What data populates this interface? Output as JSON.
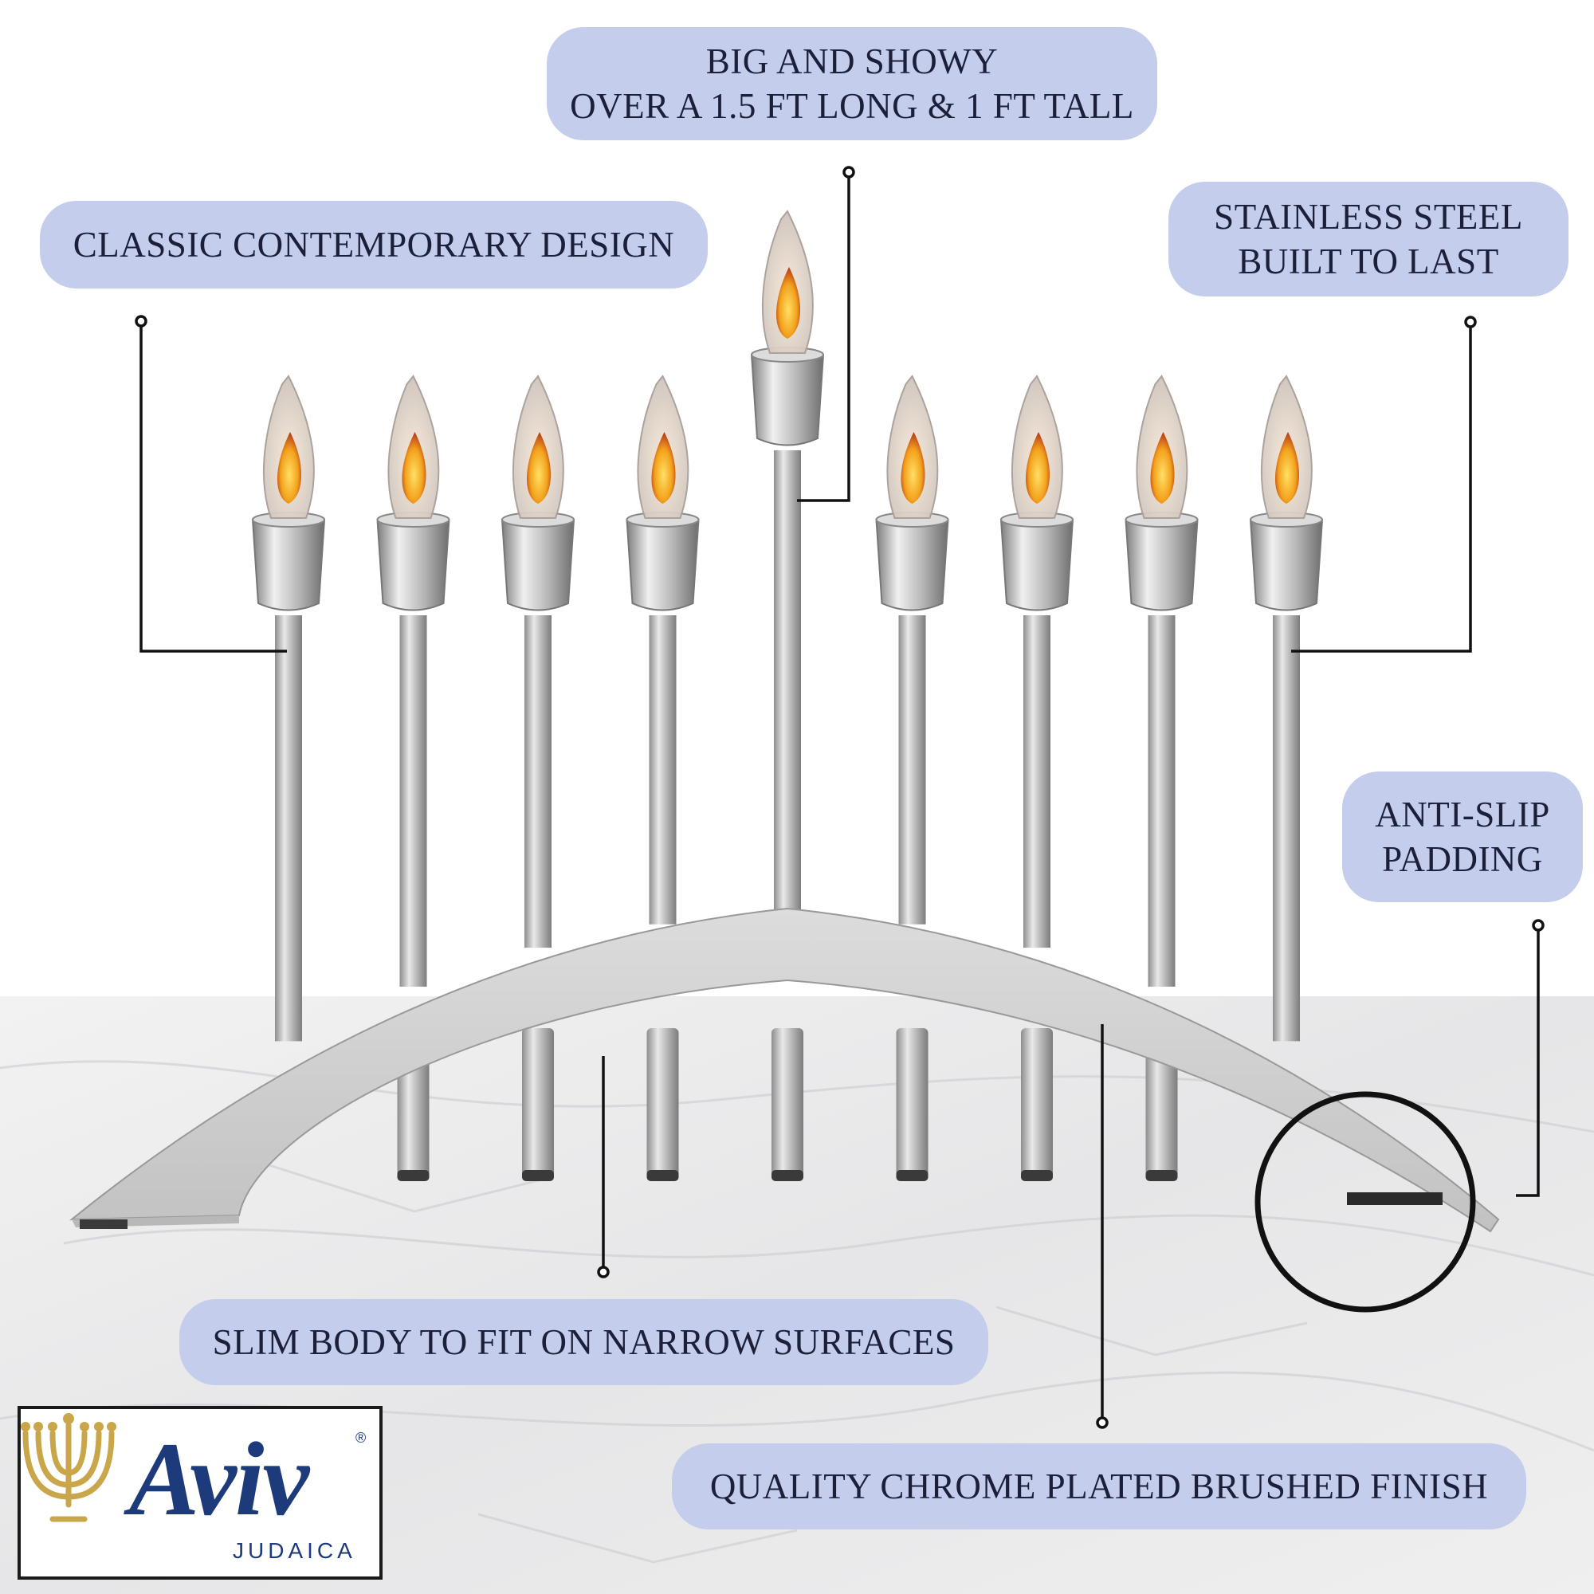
{
  "callouts": {
    "size": {
      "line1": "BIG AND SHOWY",
      "line2": "OVER A 1.5 FT LONG  & 1 FT TALL"
    },
    "design": "CLASSIC CONTEMPORARY DESIGN",
    "material": {
      "line1": "STAINLESS STEEL",
      "line2": "BUILT TO LAST"
    },
    "padding": {
      "line1": "ANTI-SLIP",
      "line2": "PADDING"
    },
    "body": "SLIM BODY TO FIT ON NARROW SURFACES",
    "finish": "QUALITY CHROME PLATED BRUSHED FINISH"
  },
  "brand": {
    "name": "Aviv",
    "registered": "®",
    "subtitle": "JUDAICA"
  },
  "colors": {
    "pill": "#c4cdeb",
    "text": "#1b1f3a",
    "brand": "#1d3b7a",
    "gold": "#c9a64a",
    "steel": "#c8c8c8",
    "flame": "#f3a21c"
  },
  "product": {
    "candle_count": 9,
    "flame-type": "flicker-flame-bulb"
  }
}
